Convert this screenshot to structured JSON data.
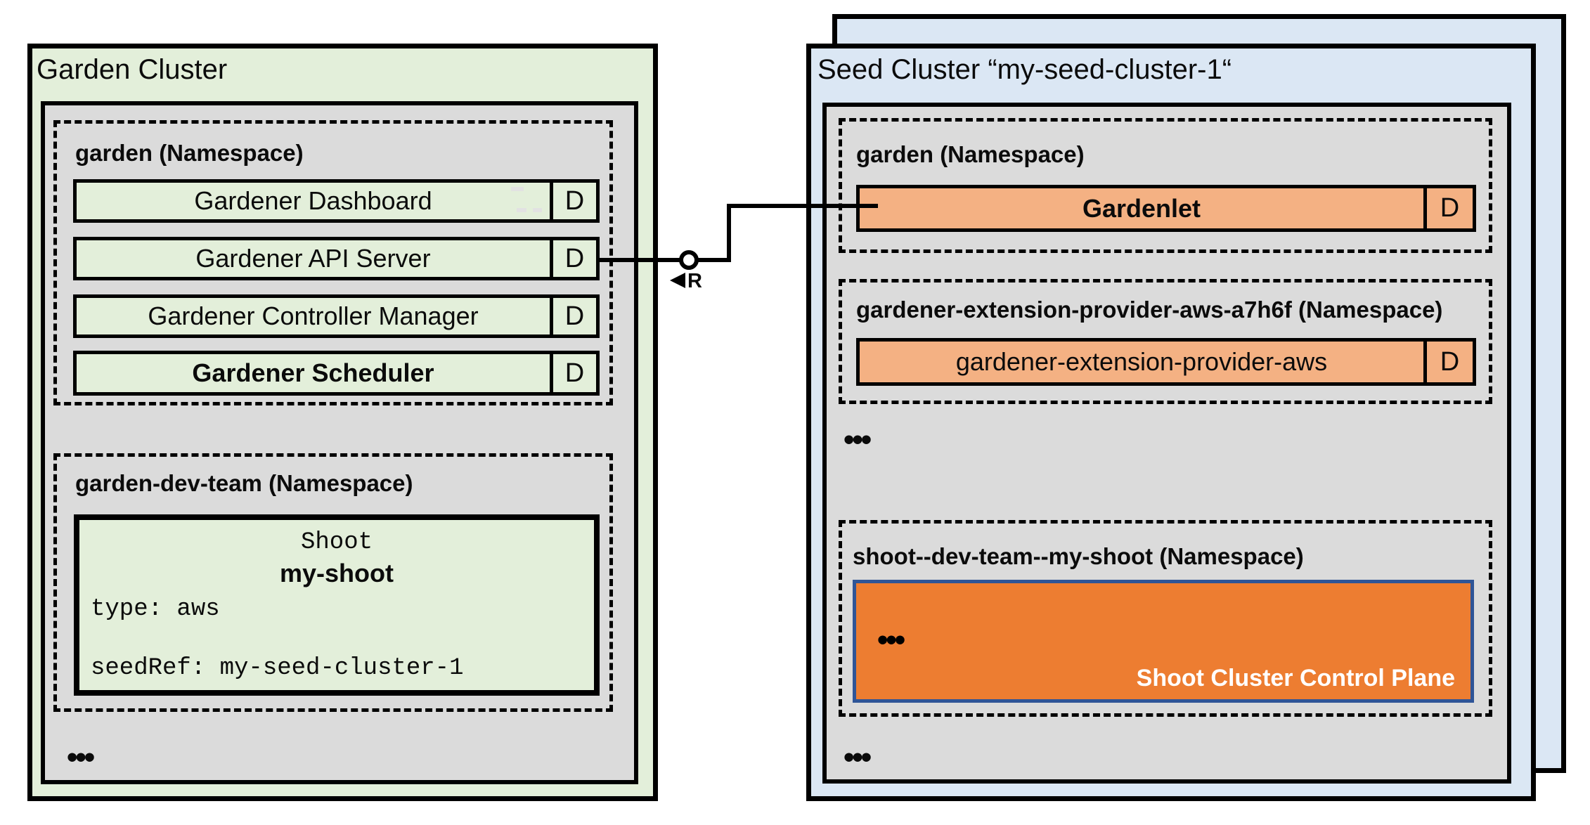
{
  "colors": {
    "garden_cluster_bg": "#e3efda",
    "seed_cluster_bg": "#dbe7f4",
    "namespace_panel_bg": "#dbdbdb",
    "deployment_bar_green": "#e3efda",
    "deployment_bar_orange": "#f4b183",
    "control_plane_bg": "#ed7d31",
    "control_plane_border": "#2f5597",
    "line_color": "#000000"
  },
  "garden_cluster": {
    "title": "Garden Cluster",
    "garden_namespace": {
      "label": "garden (Namespace)",
      "deployments": [
        {
          "name": "Gardener Dashboard",
          "badge": "D"
        },
        {
          "name": "Gardener API Server",
          "badge": "D"
        },
        {
          "name": "Gardener Controller Manager",
          "badge": "D"
        },
        {
          "name": "Gardener Scheduler",
          "badge": "D"
        }
      ]
    },
    "dev_namespace": {
      "label": "garden-dev-team (Namespace)",
      "shoot": {
        "kind": "Shoot",
        "name": "my-shoot",
        "spec_line_1": "type: aws",
        "spec_line_2": "seedRef: my-seed-cluster-1"
      }
    },
    "ellipsis": "•••"
  },
  "seed_cluster": {
    "title": "Seed Cluster “my-seed-cluster-1“",
    "garden_namespace": {
      "label": "garden (Namespace)",
      "deployment": {
        "name": "Gardenlet",
        "badge": "D"
      }
    },
    "extension_namespace": {
      "label": "gardener-extension-provider-aws-a7h6f (Namespace)",
      "deployment": {
        "name": "gardener-extension-provider-aws",
        "badge": "D"
      }
    },
    "ellipsis_middle": "•••",
    "shoot_namespace": {
      "label": "shoot--dev-team--my-shoot (Namespace)",
      "control_plane": {
        "label": "Shoot Cluster Control Plane",
        "ellipsis": "•••"
      }
    },
    "ellipsis_bottom": "•••"
  },
  "connector": {
    "label": "R"
  }
}
